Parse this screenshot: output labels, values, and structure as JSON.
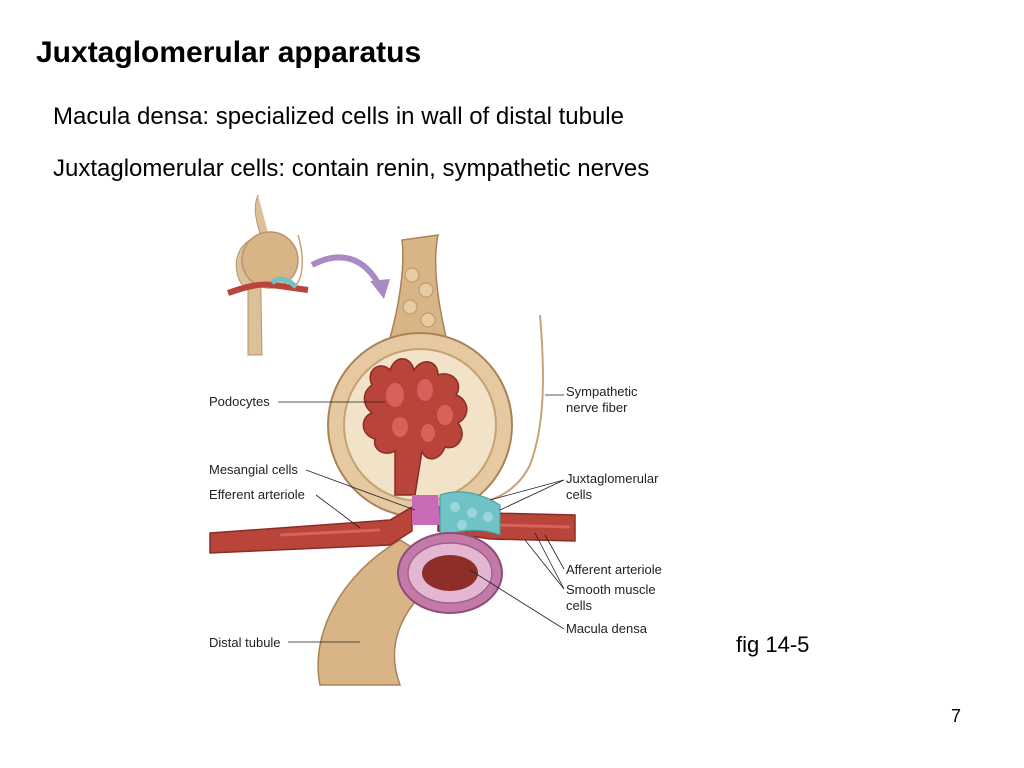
{
  "slide": {
    "title": "Juxtaglomerular apparatus",
    "bullets": [
      "Macula densa: specialized cells in wall of distal tubule",
      "Juxtaglomerular cells: contain renin, sympathetic nerves"
    ],
    "caption": "fig 14-5",
    "page_number": "7"
  },
  "figure": {
    "labels": {
      "podocytes": "Podocytes",
      "mesangial": "Mesangial cells",
      "efferent": "Efferent arteriole",
      "distal": "Distal tubule",
      "sympathetic_1": "Sympathetic",
      "sympathetic_2": "nerve fiber",
      "jg_1": "Juxtaglomerular",
      "jg_2": "cells",
      "afferent": "Afferent arteriole",
      "smooth_1": "Smooth muscle",
      "smooth_2": "cells",
      "macula": "Macula densa"
    },
    "colors": {
      "tubule": "#d9b487",
      "arteriole": "#b8443a",
      "jg_cells": "#6fc3c6",
      "macula": "#c47aa8",
      "arrow": "#a98bc4"
    }
  }
}
